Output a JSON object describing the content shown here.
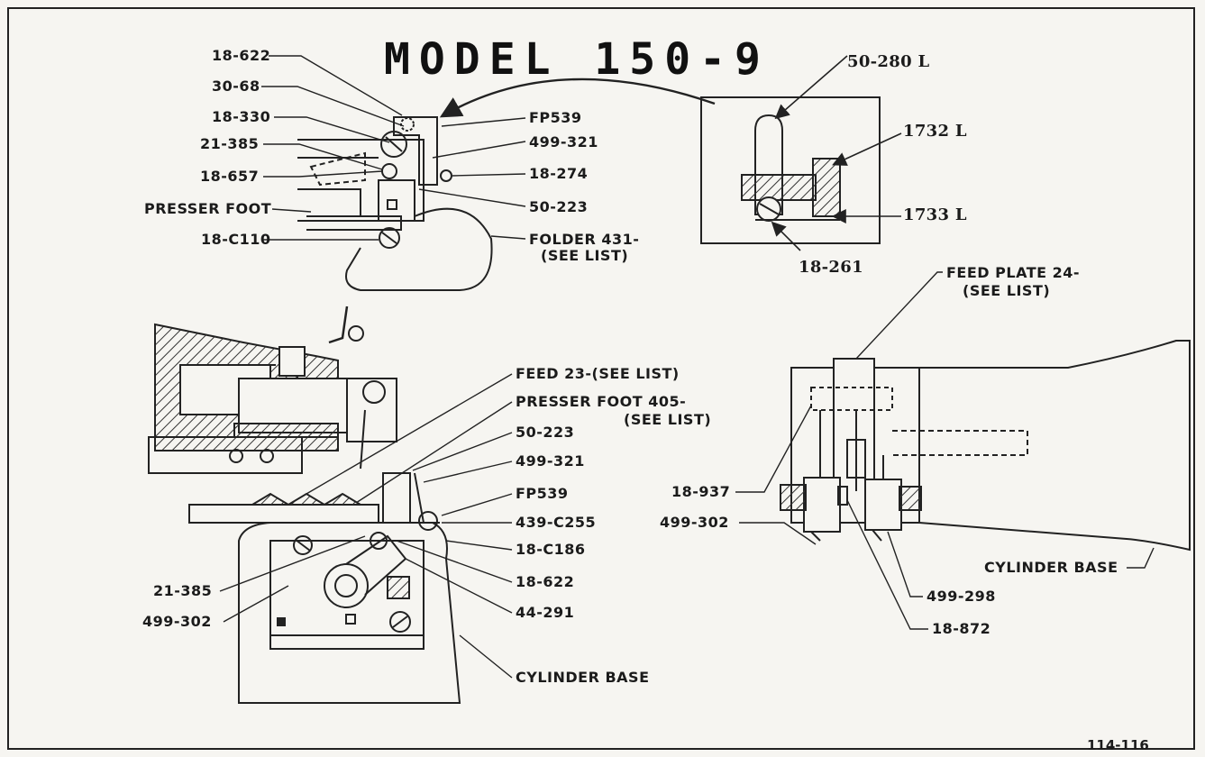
{
  "title": "MODEL 150-9",
  "reference": "114-116",
  "top_left_view": {
    "labels": [
      "18-622",
      "30-68",
      "18-330",
      "21-385",
      "18-657",
      "PRESSER FOOT",
      "18-C110",
      "FP539",
      "499-321",
      "18-274",
      "50-223",
      "FOLDER 431-",
      "(SEE LIST)"
    ]
  },
  "detail_view": {
    "labels": [
      "50-280 L",
      "1732 L",
      "1733 L",
      "18-261"
    ]
  },
  "bottom_left_view": {
    "labels": [
      "FEED 23-(SEE LIST)",
      "PRESSER FOOT 405-",
      "(SEE LIST)",
      "50-223",
      "499-321",
      "FP539",
      "439-C255",
      "18-C186",
      "18-622",
      "44-291",
      "21-385",
      "499-302",
      "CYLINDER BASE"
    ]
  },
  "right_view": {
    "labels": [
      "FEED PLATE 24-",
      "(SEE LIST)",
      "18-937",
      "499-302",
      "CYLINDER BASE",
      "499-298",
      "18-872"
    ]
  }
}
